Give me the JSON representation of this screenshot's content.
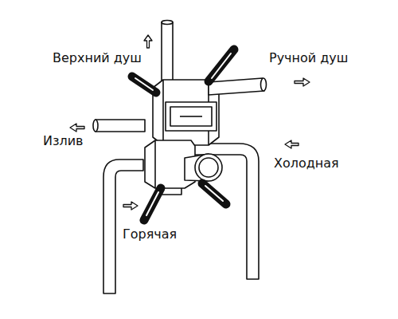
{
  "diagram": {
    "labels": [
      "Верхний душ",
      "Ручной душ",
      "Излив",
      "Холодная",
      "Горячая"
    ]
  }
}
